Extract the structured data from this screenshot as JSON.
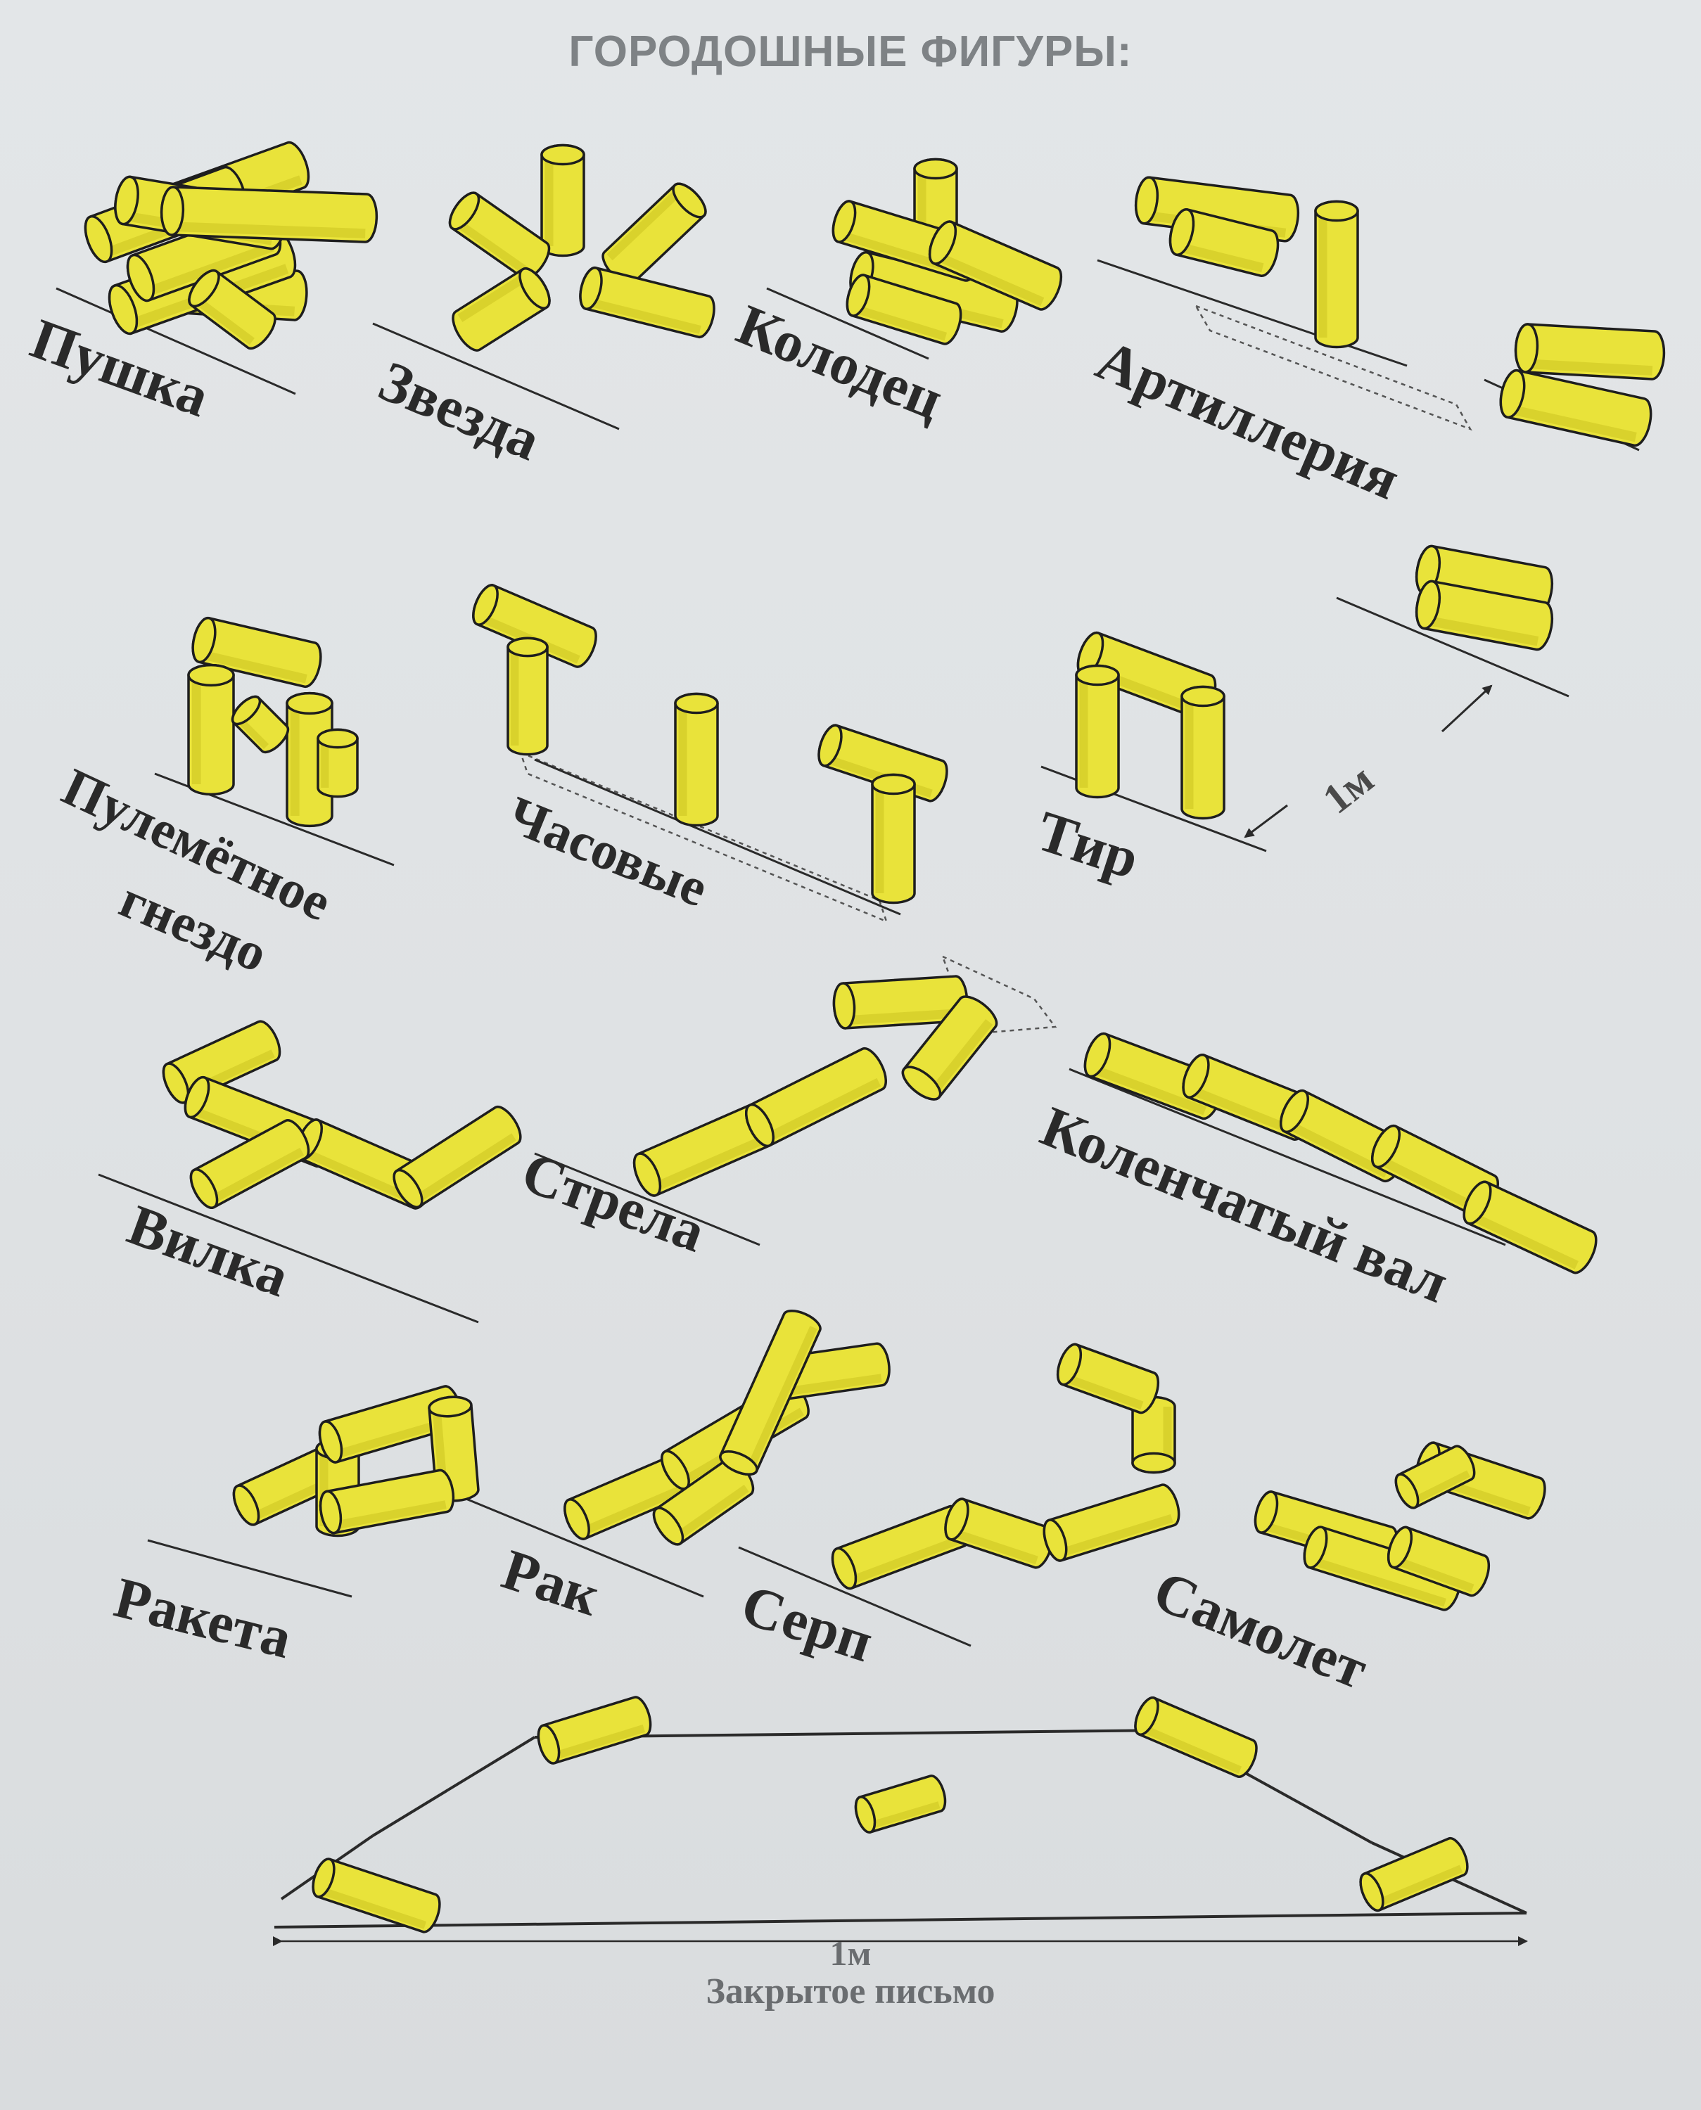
{
  "title": "ГОРОДОШНЫЕ ФИГУРЫ:",
  "colors": {
    "stick": "#e9e33a",
    "stick_dark": "#c9c21d",
    "outline": "#1e1e1e",
    "background": "#e1e4e6"
  },
  "figures": [
    {
      "label": "Пушка"
    },
    {
      "label": "Звезда"
    },
    {
      "label": "Колодец"
    },
    {
      "label": "Артиллерия"
    },
    {
      "label": "Пулемётное"
    },
    {
      "label": "гнездо"
    },
    {
      "label": "Часовые"
    },
    {
      "label": "Тир"
    },
    {
      "label": "Вилка"
    },
    {
      "label": "Стрела"
    },
    {
      "label": "Коленчатый вал"
    },
    {
      "label": "Ракета"
    },
    {
      "label": "Рак"
    },
    {
      "label": "Серп"
    },
    {
      "label": "Самолет"
    }
  ],
  "dimensions": {
    "tir_distance": "1м",
    "letter_width": "1м"
  },
  "bottom_caption": "Закрытое письмо"
}
